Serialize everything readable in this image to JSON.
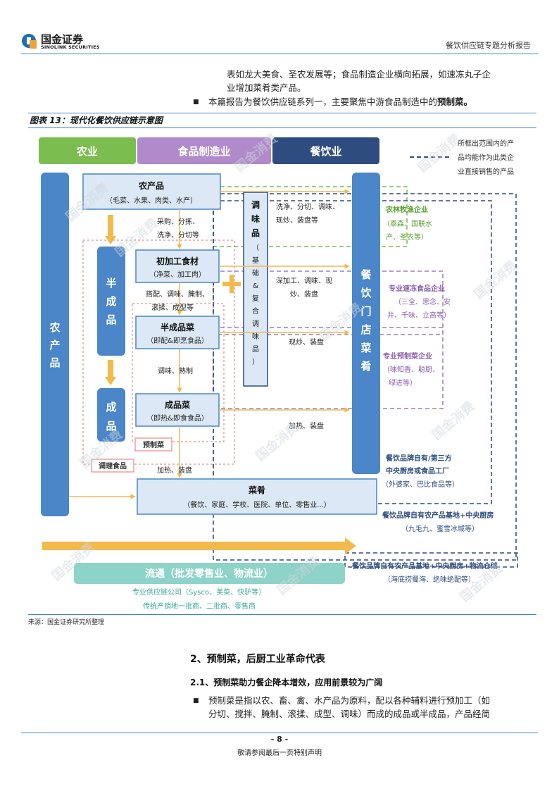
{
  "header": {
    "logo_cn": "国金证券",
    "logo_en": "SINOLINK SECURITIES",
    "report_title": "餐饮供应链专题分析报告"
  },
  "intro": {
    "line1": "表如龙大美食、圣农发展等；食品制造企业横向拓展，如速冻丸子企",
    "line2": "业增加菜肴类产品。",
    "bullet_text": "本篇报告为餐饮供应链系列一，主要聚焦中游食品制造中的",
    "bullet_bold": "预制菜。"
  },
  "figure": {
    "title": "图表 13：现代化餐饮供应链示意图",
    "source": "来源：国金证券研究所整理"
  },
  "diagram": {
    "top_agri": "农业",
    "top_food": "食品制造业",
    "top_catering": "餐饮业",
    "legend_l1": "所框出范围内的产",
    "legend_l2": "品均能作为此类企",
    "legend_l3": "业直接销售的产品",
    "left_col": [
      "农",
      "产",
      "品"
    ],
    "agri_title": "农产品",
    "agri_sub": "（毛菜、水果、肉类、水产）",
    "step1_a": "采购、分拣、",
    "step1_b": "洗净、分切等",
    "semi_col": [
      "半",
      "成",
      "品"
    ],
    "finished_col": [
      "成",
      "品"
    ],
    "primary_title": "初加工食材",
    "primary_sub": "（净菜、加工肉）",
    "step2_a": "搭配、调味、腌制、",
    "step2_b": "滚揉、成型等",
    "semi_title": "半成品菜",
    "semi_sub": "（即配&即烹食品）",
    "step3": "调味、熟制",
    "fin_title": "成品菜",
    "fin_sub": "（即热&即食食品）",
    "label_prepared": "预制菜",
    "label_conditioned": "调理食品",
    "seasoning_col": [
      "调",
      "味",
      "品",
      "（",
      "基",
      "础",
      "&",
      "复",
      "合",
      "调",
      "味",
      "品",
      "）"
    ],
    "right_col": [
      "餐",
      "饮",
      "门",
      "店",
      "菜",
      "肴"
    ],
    "flow1_a": "洗净、分切、调味、",
    "flow1_b": "现炒、装盘等",
    "flow2_a": "深加工、调味、现",
    "flow2_b": "炒、装盘",
    "flow3": "现炒、装盘",
    "flow4": "加热、装盘",
    "flow5": "加热、装盘",
    "dish_title": "菜肴",
    "dish_sub": "（餐饮、家庭、学校、医院、单位、零售业...）",
    "co1_title": "农林牧渔企业",
    "co1_a": "（泰森、国联水",
    "co1_b": "产、圣农等）",
    "co2_title": "专业速冻食品企业",
    "co2_a": "（三全、思念、安",
    "co2_b": "井、千味、立高等）",
    "co3_title": "专业预制菜企业",
    "co3_a": "（味知香、聪厨、",
    "co3_b": "绿进等）",
    "co4_title_a": "餐饮品牌自有/第三方",
    "co4_title_b": "中央厨房或食品工厂",
    "co4_sub": "（外婆家、巴比食品等）",
    "co5_title": "餐饮品牌自有农产品基地+中央厨房",
    "co5_sub": "（九毛九、蜜雪冰城等）",
    "co6_title": "餐饮品牌自有农产品基地+中央厨房+物流仓储",
    "co6_sub": "（海底捞蜀海、绝味绝配等）",
    "circulation": "流通（批发零售业、物流业）",
    "supply_co": "专业供应链公司（Sysco、美菜、快驴等）",
    "traditional": "传统产销地一批商、二批商、零售商",
    "watermark": "国金消费"
  },
  "section": {
    "h2": "2、预制菜，后厨工业革命代表",
    "h3": "2.1、预制菜助力餐企降本增效，应用前景较为广阔",
    "p_line1": "预制菜是指以农、畜、禽、水产品为原料，配以各种辅料进行预加工（如",
    "p_line2": "分切、搅拌、腌制、滚揉、成型、调味）而成的成品或半成品，产品经简"
  },
  "footer": {
    "page": "- 8 -",
    "note": "敬请参阅最后一页特别声明"
  }
}
